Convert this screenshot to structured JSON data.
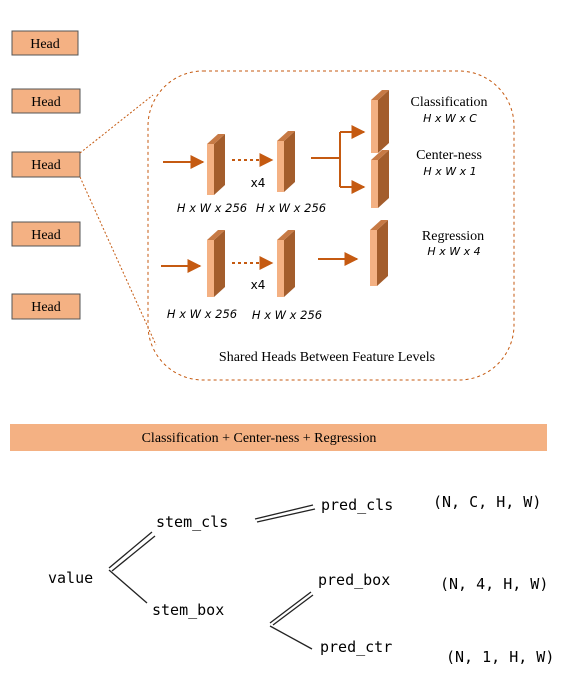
{
  "heads": [
    "Head",
    "Head",
    "Head",
    "Head",
    "Head"
  ],
  "panel": {
    "caption": "Shared Heads Between Feature Levels",
    "top_row": {
      "dim_left": "H x W x 256",
      "dim_right": "H x W x 256",
      "repeat": "x4"
    },
    "bottom_row": {
      "dim_left": "H x W x 256",
      "dim_right": "H x W x 256",
      "repeat": "x4"
    },
    "outputs": [
      {
        "name": "Classification",
        "dim": "H x W x C"
      },
      {
        "name": "Center-ness",
        "dim": "H x W x 1"
      },
      {
        "name": "Regression",
        "dim": "H x W x 4"
      }
    ]
  },
  "banner": "Classification + Center-ness + Regression",
  "tree": {
    "root": "value",
    "stem_cls": "stem_cls",
    "stem_box": "stem_box",
    "pred_cls": "pred_cls",
    "pred_box": "pred_box",
    "pred_ctr": "pred_ctr",
    "shape_cls": "(N, C, H, W)",
    "shape_box": "(N, 4, H, W)",
    "shape_ctr": "(N, 1, H, W)"
  },
  "colors": {
    "head_fill": "#f4b183",
    "arrow": "#c55a11",
    "block_front": "#f4b183",
    "block_side": "#a35d2c",
    "banner_fill": "#f4b183"
  }
}
